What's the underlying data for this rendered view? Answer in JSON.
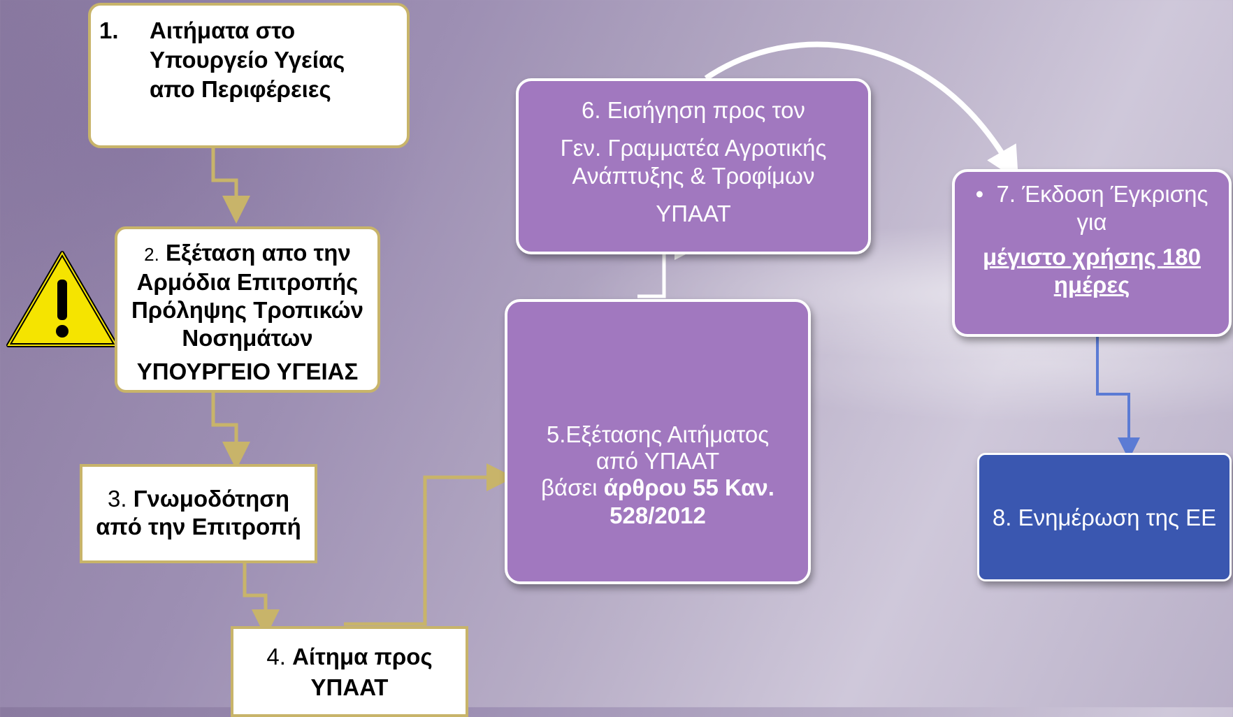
{
  "steps": {
    "s1": {
      "num": "1.",
      "line1": "Αιτήματα στο",
      "line2": "Υπουργείο Υγείας",
      "line3": "απο Περιφέρειες"
    },
    "s2": {
      "num": "2.",
      "line1": "Εξέταση απο την",
      "line2": "Αρμόδια Επιτροπής",
      "line3": "Πρόληψης Τροπικών",
      "line4": "Νοσημάτων",
      "org": "ΥΠΟΥΡΓΕΙΟ ΥΓΕΙΑΣ"
    },
    "s3": {
      "num": "3.",
      "line1": "Γνωμοδότηση",
      "line2": "από την Επιτροπή"
    },
    "s4": {
      "num": "4.",
      "line1": "Αίτημα προς",
      "line2": "ΥΠΑΑΤ"
    },
    "s5": {
      "line1": "5.Εξέτασης Αιτήματος",
      "line2": "από ΥΠΑΑΤ",
      "line3_plain": "βάσει ",
      "line3_bold": "άρθρου 55 Καν.",
      "line4": "528/2012"
    },
    "s6": {
      "line1": "6. Εισήγηση  προς τον",
      "line2": "Γεν. Γραμματέα Αγροτικής",
      "line3": "Ανάπτυξης & Τροφίμων",
      "org": "ΥΠΑΑΤ"
    },
    "s7": {
      "bullet": "•",
      "line1": "7. Έκδοση Έγκρισης",
      "line2": "για",
      "line3": "μέγιστο χρήσης 180",
      "line4": "ημέρες"
    },
    "s8": {
      "line1": "8. Ενημέρωση της  ΕΕ"
    }
  },
  "colors": {
    "yellow_border": "#c8b46a",
    "purple_box": "#a178bf",
    "blue_box": "#3a57b0",
    "warning_yellow": "#f5e400"
  }
}
